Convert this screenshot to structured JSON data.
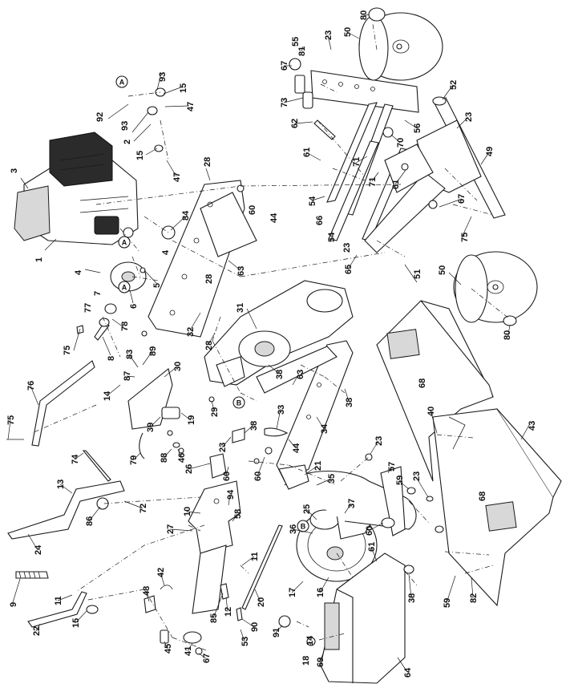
{
  "callouts": {
    "c1": "1",
    "c2": "2",
    "c3": "3",
    "c4a": "4",
    "c4b": "4",
    "c5": "5",
    "c6": "6",
    "c7": "7",
    "c8": "8",
    "c9": "9",
    "c10": "10",
    "c11a": "11",
    "c11b": "11",
    "c12": "12",
    "c13": "13",
    "c14a": "14",
    "c14b": "14",
    "c15a": "15",
    "c15b": "15",
    "c15c": "15",
    "c16": "16",
    "c17": "17",
    "c18": "18",
    "c19": "19",
    "c20": "20",
    "c21": "21",
    "c22": "22",
    "c23a": "23",
    "c23b": "23",
    "c23c": "23",
    "c23d": "23",
    "c23e": "23",
    "c23f": "23",
    "c24": "24",
    "c25": "25",
    "c26": "26",
    "c27": "27",
    "c28a": "28",
    "c28b": "28",
    "c28c": "28",
    "c29": "29",
    "c30": "30",
    "c31": "31",
    "c32": "32",
    "c33": "33",
    "c34": "34",
    "c35": "35",
    "c36": "36",
    "c37": "37",
    "c38a": "38",
    "c38b": "38",
    "c38c": "38",
    "c38d": "38",
    "c39": "39",
    "c40": "40",
    "c41": "41",
    "c42": "42",
    "c43": "43",
    "c44a": "44",
    "c44b": "44",
    "c45": "45",
    "c46": "46",
    "c47a": "47",
    "c47b": "47",
    "c48": "48",
    "c49": "49",
    "c50a": "50",
    "c50b": "50",
    "c51": "51",
    "c52": "52",
    "c53": "53",
    "c54a": "54",
    "c54b": "54",
    "c55": "55",
    "c56": "56",
    "c57": "57",
    "c58": "58",
    "c59a": "59",
    "c59b": "59",
    "c60a": "60",
    "c60b": "60",
    "c60c": "60",
    "c60d": "60",
    "c61a": "61",
    "c61b": "61",
    "c61c": "61",
    "c62": "62",
    "c63a": "63",
    "c63b": "63",
    "c64": "64",
    "c65": "65",
    "c66": "66",
    "c67a": "67",
    "c67b": "67",
    "c67c": "67",
    "c68a": "68",
    "c68b": "68",
    "c69": "69",
    "c70": "70",
    "c71a": "71",
    "c71b": "71",
    "c72": "72",
    "c73": "73",
    "c74": "74",
    "c75a": "75",
    "c75b": "75",
    "c75c": "75",
    "c76": "76",
    "c77": "77",
    "c78": "78",
    "c79": "79",
    "c80a": "80",
    "c80b": "80",
    "c81": "81",
    "c82": "82",
    "c83": "83",
    "c84": "84",
    "c85": "85",
    "c86": "86",
    "c87": "87",
    "c88": "88",
    "c89": "89",
    "c90": "90",
    "c91": "91",
    "c92": "92",
    "c93a": "93",
    "c93b": "93",
    "c94": "94"
  },
  "reference_marks": {
    "ref_a1": "A",
    "ref_a2": "A",
    "ref_a3": "A",
    "ref_b1": "B",
    "ref_b2": "B"
  }
}
